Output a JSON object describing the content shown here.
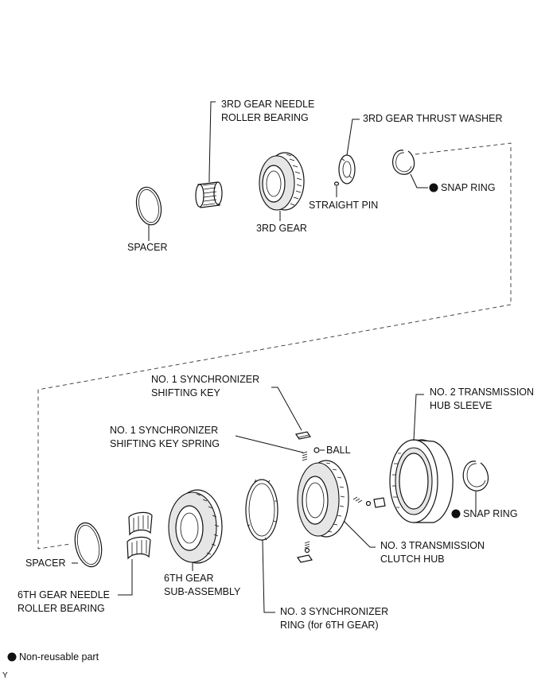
{
  "labels": {
    "gear3_needle_bearing_l1": "3RD GEAR NEEDLE",
    "gear3_needle_bearing_l2": "ROLLER BEARING",
    "gear3_thrust_washer": "3RD GEAR THRUST WASHER",
    "snap_ring_top": "SNAP RING",
    "straight_pin": "STRAIGHT PIN",
    "gear3": "3RD GEAR",
    "spacer_top": "SPACER",
    "shifting_key_l1": "NO. 1 SYNCHRONIZER",
    "shifting_key_l2": "SHIFTING KEY",
    "hub_sleeve_l1": "NO. 2 TRANSMISSION",
    "hub_sleeve_l2": "HUB SLEEVE",
    "key_spring_l1": "NO. 1 SYNCHRONIZER",
    "key_spring_l2": "SHIFTING KEY SPRING",
    "ball": "BALL",
    "snap_ring_bottom": "SNAP RING",
    "clutch_hub_l1": "NO. 3 TRANSMISSION",
    "clutch_hub_l2": "CLUTCH HUB",
    "spacer_bottom": "SPACER",
    "gear6_l1": "6TH GEAR",
    "gear6_l2": "SUB-ASSEMBLY",
    "gear6_needle_l1": "6TH GEAR NEEDLE",
    "gear6_needle_l2": "ROLLER BEARING",
    "sync_ring_l1": "NO. 3 SYNCHRONIZER",
    "sync_ring_l2": "RING (for 6TH GEAR)"
  },
  "legend": {
    "non_reusable": "Non-reusable part",
    "figure_code": "Y"
  },
  "icons": {
    "non_reusable_marker": "filled-circle-icon"
  },
  "colors": {
    "line": "#111111",
    "background": "#ffffff"
  }
}
